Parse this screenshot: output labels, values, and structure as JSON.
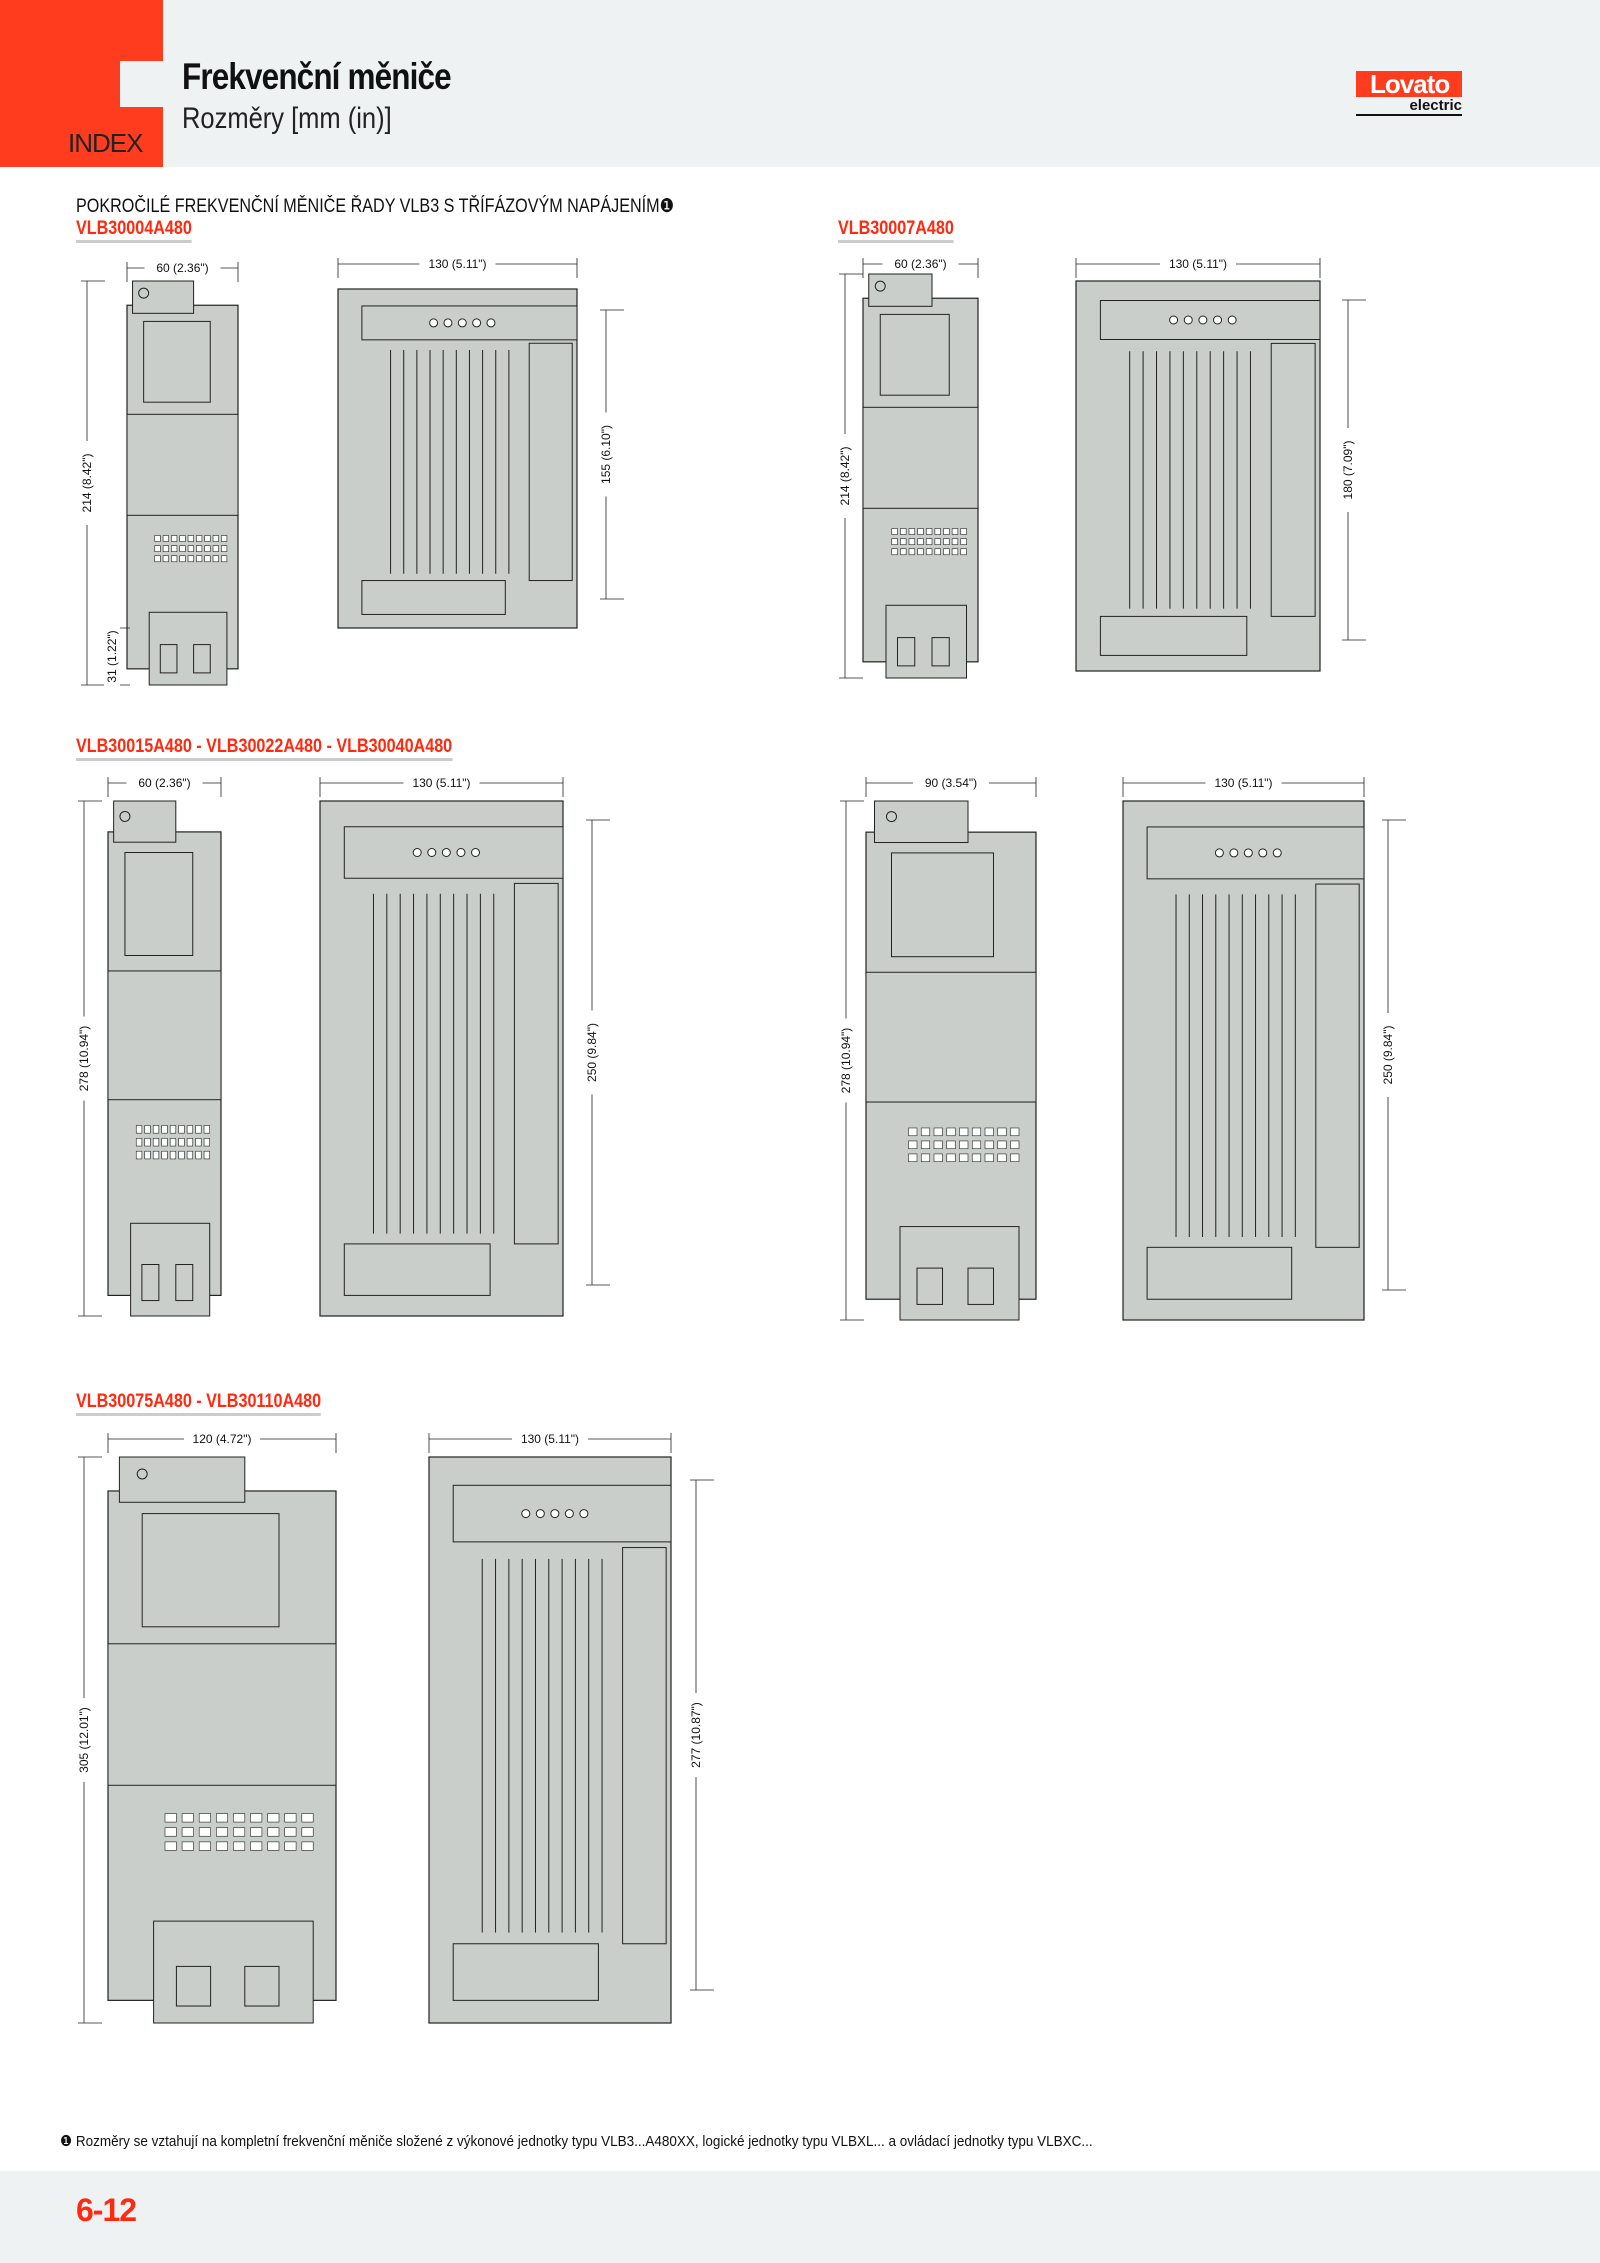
{
  "header": {
    "index_label": "INDEX",
    "title": "Frekvenční měniče",
    "subtitle": "Rozměry [mm (in)]",
    "logo_main": "Lovato",
    "logo_sub": "electric"
  },
  "section_title": "POKROČILÉ FREKVENČNÍ MĚNIČE ŘADY VLB3 S TŘÍFÁZOVÝM NAPÁJENÍM❶",
  "groups": [
    {
      "model": "VLB30004A480",
      "front": {
        "width": "60 (2.36\")",
        "height": "214 (8.42\")",
        "extra": "31 (1.22\")"
      },
      "side": {
        "depth": "130 (5.11\")",
        "height": "155 (6.10\")"
      }
    },
    {
      "model": "VLB30007A480",
      "front": {
        "width": "60 (2.36\")",
        "height": "214 (8.42\")"
      },
      "side": {
        "depth": "130 (5.11\")",
        "height": "180 (7.09\")"
      }
    },
    {
      "model": "VLB30015A480 - VLB30022A480 - VLB30040A480",
      "front": {
        "width": "60 (2.36\")",
        "height": "278 (10.94\")"
      },
      "side": {
        "depth": "130 (5.11\")",
        "height": "250 (9.84\")"
      }
    },
    {
      "model": "",
      "front": {
        "width": "90 (3.54\")",
        "height": "278 (10.94\")"
      },
      "side": {
        "depth": "130 (5.11\")",
        "height": "250 (9.84\")"
      }
    },
    {
      "model": "VLB30075A480 - VLB30110A480",
      "front": {
        "width": "120 (4.72\")",
        "height": "305 (12.01\")"
      },
      "side": {
        "depth": "130 (5.11\")",
        "height": "277 (10.87\")"
      }
    }
  ],
  "footnote": "❶ Rozměry se vztahují na kompletní frekvenční měniče složené z výkonové jednotky typu VLB3...A480XX, logické jednotky typu VLBXL... a ovládací jednotky typu VLBXC...",
  "page_number": "6-12",
  "colors": {
    "accent": "#ff3c1e",
    "header_bg": "#eef2f3",
    "device_fill": "#c9cecb"
  }
}
